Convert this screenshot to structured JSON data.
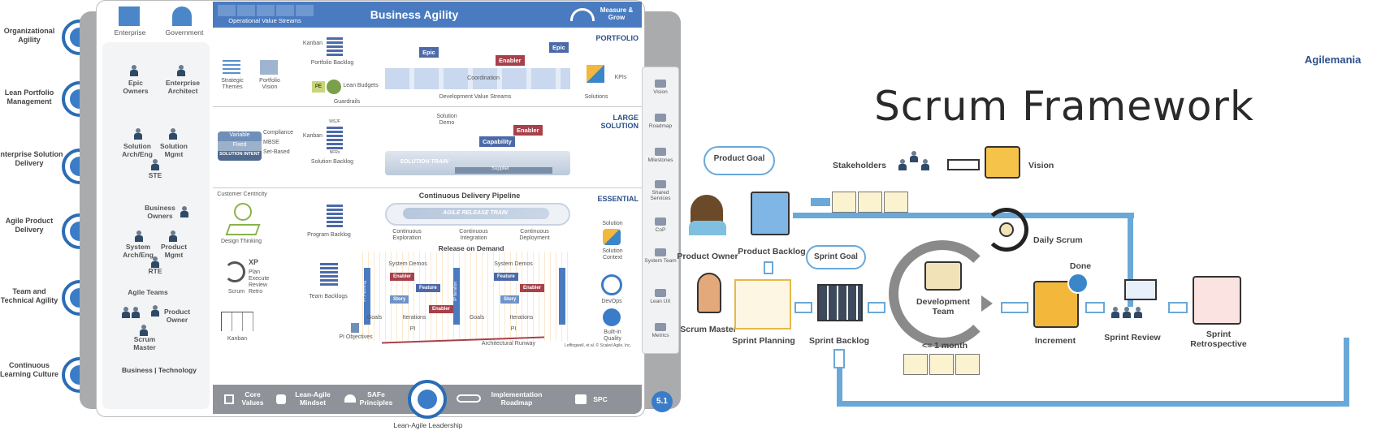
{
  "left_panel": {
    "competencies": [
      "Organizational Agility",
      "Lean Portfolio Management",
      "Enterprise Solution Delivery",
      "Agile Product Delivery",
      "Team and Technical Agility",
      "Continuous Learning Culture"
    ],
    "header": {
      "enterprise": "Enterprise",
      "government": "Government",
      "ovs": "Operational Value Streams",
      "title": "Business Agility",
      "measure": "Measure & Grow"
    },
    "portfolio": {
      "label": "PORTFOLIO",
      "epic_owners": "Epic Owners",
      "enterprise_architect": "Enterprise Architect",
      "strategic_themes": "Strategic Themes",
      "portfolio_vision": "Portfolio Vision",
      "kanban": "Kanban",
      "portfolio_backlog": "Portfolio Backlog",
      "pe": "PE",
      "lean_budgets": "Lean Budgets",
      "guardrails": "Guardrails",
      "epic": "Epic",
      "enabler": "Enabler",
      "coordination": "Coordination",
      "dvs": "Development Value Streams",
      "kpis": "KPIs",
      "solutions": "Solutions"
    },
    "large_solution": {
      "label": "LARGE SOLUTION",
      "solution_arch": "Solution Arch/Eng",
      "solution_mgmt": "Solution Mgmt",
      "ste": "STE",
      "variable": "Variable",
      "fixed": "Fixed",
      "solution_intent": "SOLUTION INTENT",
      "compliance": "Compliance",
      "mbse": "MBSE",
      "set_based": "Set-Based",
      "kanban": "Kanban",
      "solution_backlog": "Solution Backlog",
      "solution_demo": "Solution Demo",
      "capability": "Capability",
      "enabler": "Enabler",
      "solution_train": "SOLUTION TRAIN",
      "supplier": "Supplier",
      "nfrs": "NFRs",
      "wsjf": "WSJF"
    },
    "essential": {
      "label": "ESSENTIAL",
      "customer_centricity": "Customer Centricity",
      "design_thinking": "Design Thinking",
      "business_owners": "Business Owners",
      "system_arch": "System Arch/Eng",
      "product_mgmt": "Product Mgmt",
      "rte": "RTE",
      "agile_teams": "Agile Teams",
      "product_owner": "Product Owner",
      "scrum_master": "Scrum Master",
      "xp": "XP",
      "xp_items": [
        "Plan",
        "Execute",
        "Review",
        "Retro"
      ],
      "scrum": "Scrum",
      "kanban_team": "Kanban",
      "program_backlog": "Program Backlog",
      "team_backlogs": "Team Backlogs",
      "cdp": "Continuous Delivery Pipeline",
      "art": "AGILE RELEASE TRAIN",
      "cont_exploration": "Continuous Exploration",
      "cont_integration": "Continuous Integration",
      "cont_deployment": "Continuous Deployment",
      "release_on_demand": "Release on Demand",
      "system_demos": "System Demos",
      "enabler": "Enabler",
      "feature": "Feature",
      "story": "Story",
      "goals": "Goals",
      "iterations": "Iterations",
      "pi": "PI",
      "pi_planning": "PI Planning",
      "ip_iteration": "IP Iteration",
      "pi_objectives": "PI Objectives",
      "arch_runway": "Architectural Runway",
      "solution": "Solution",
      "solution_context": "Solution Context",
      "devops": "DevOps",
      "built_in_quality": "Built-in Quality",
      "attribution": "Leffingwell, et al. © Scaled Agile, Inc."
    },
    "business_technology": "Business | Technology",
    "right_nav": [
      "Vision",
      "Roadmap",
      "Milestones",
      "Shared Services",
      "CoP",
      "System Team",
      "Lean UX",
      "Metrics"
    ],
    "footer": {
      "core_values": "Core Values",
      "mindset": "Lean-Agile Mindset",
      "principles": "SAFe Principles",
      "roadmap": "Implementation Roadmap",
      "spc": "SPC",
      "version": "5.1",
      "leadership": "Lean-Agile Leadership"
    }
  },
  "right_panel": {
    "brand": "Agilemania",
    "title": "Scrum Framework",
    "product_goal": "Product Goal",
    "stakeholders": "Stakeholders",
    "vision": "Vision",
    "product_owner": "Product Owner",
    "product_backlog": "Product Backlog",
    "daily_scrum": "Daily Scrum",
    "sprint_goal": "Sprint Goal",
    "scrum_master": "Scrum Master",
    "sprint_planning": "Sprint Planning",
    "sprint_backlog": "Sprint Backlog",
    "development_team": "Development Team",
    "one_month": "<= 1 month",
    "done": "Done",
    "increment": "Increment",
    "sprint_review": "Sprint Review",
    "sprint_retrospective": "Sprint Retrospective"
  },
  "colors": {
    "safe_blue": "#2b6cb6",
    "header_blue": "#4a7bc0",
    "epic": "#4d6aa8",
    "enabler": "#a8404a",
    "flow_blue": "#6aa8d8",
    "cycle_gray": "#8a8a8a"
  }
}
